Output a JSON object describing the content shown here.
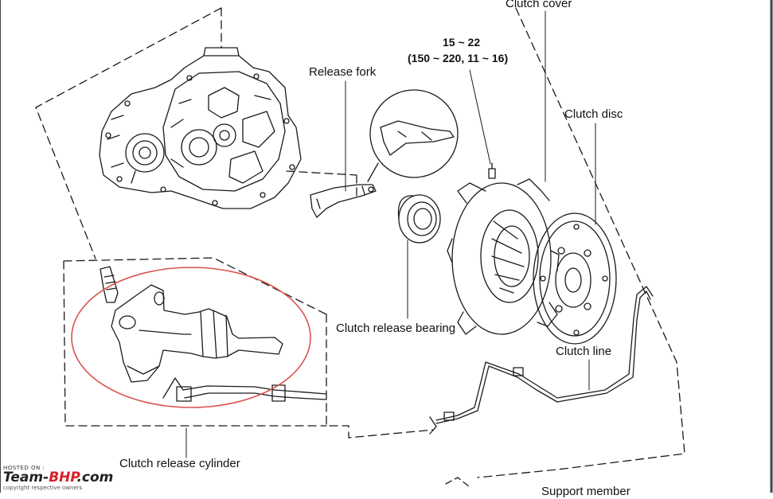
{
  "labels": {
    "clutch_cover": "Clutch cover",
    "torque_spec": "15 ~ 22",
    "torque_spec_alt": "(150 ~ 220, 11 ~ 16)",
    "release_fork": "Release fork",
    "clutch_disc": "Clutch disc",
    "clutch_release_bearing": "Clutch release bearing",
    "clutch_line": "Clutch line",
    "clutch_release_cylinder": "Clutch release cylinder",
    "support_member": "Support member"
  },
  "watermark": {
    "hosted_on": "HOSTED ON :",
    "brand_prefix": "Team-",
    "brand_main": "BHP",
    "brand_suffix": ".com",
    "copyright": "copyright respective owners"
  },
  "colors": {
    "line": "#1a1a1a",
    "highlight": "#d9534f",
    "brand_red": "#d81f26"
  }
}
